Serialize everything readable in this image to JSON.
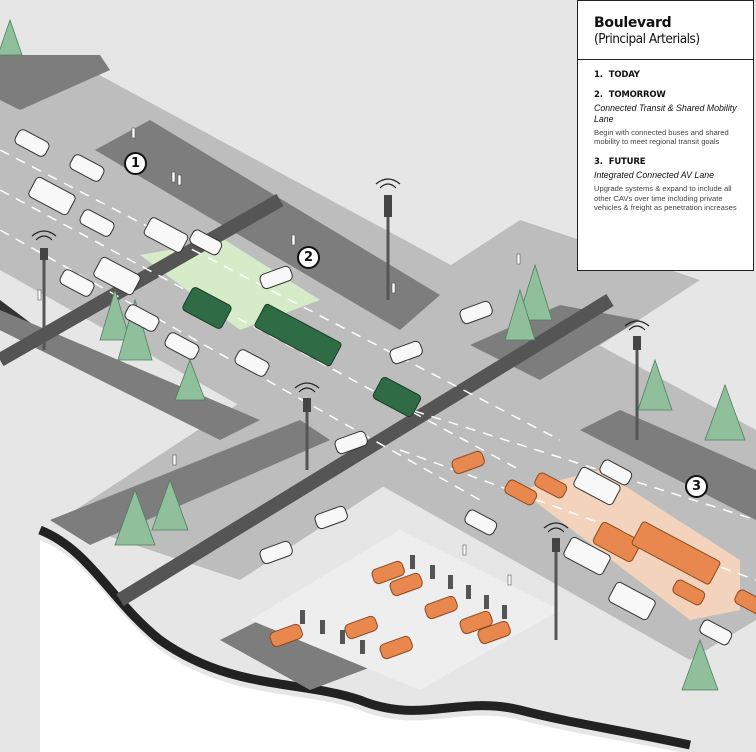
{
  "legend": {
    "title": "Boulevard",
    "subtitle": "(Principal Arterials)",
    "stages": [
      {
        "num": "1.",
        "label": "TODAY",
        "sub": "",
        "desc": ""
      },
      {
        "num": "2.",
        "label": "TOMORROW",
        "sub": "Connected Transit & Shared Mobility Lane",
        "desc": "Begin with connected buses and shared mobility to meet regional transit goals"
      },
      {
        "num": "3.",
        "label": "FUTURE",
        "sub": "Integrated Connected AV Lane",
        "desc": "Upgrade systems & expand to include all other CAVs over time including private vehicles & freight as penetration increases"
      }
    ]
  },
  "markers": [
    "1",
    "2",
    "3"
  ],
  "colors": {
    "road": "#bcbcbc",
    "sidewalk": "#7d7d7d",
    "ground": "#e8e8e8",
    "transit_lane": "#d6ecc8",
    "av_lane": "#f4d3bd",
    "transit_vehicle": "#2f6b45",
    "av_vehicle": "#e8884e",
    "tree": "#7fb48e"
  },
  "icons": [
    "connected-sensor-icon",
    "street-light-icon",
    "tree-icon",
    "pedestrian-icon",
    "charging-station-icon"
  ]
}
